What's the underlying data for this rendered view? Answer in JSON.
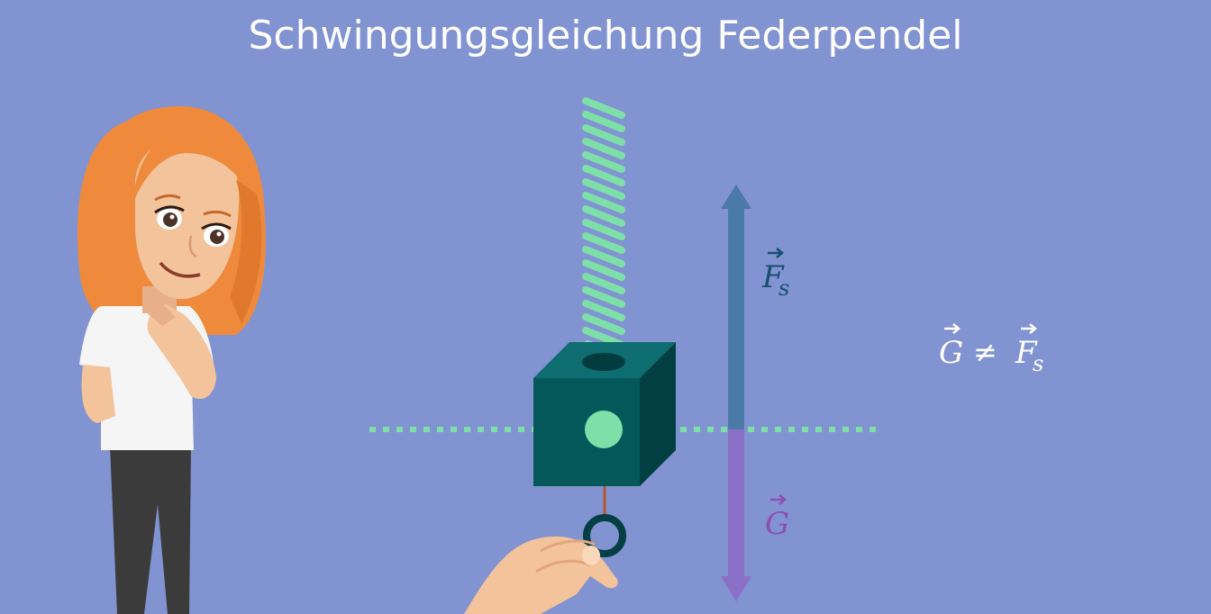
{
  "title": "Schwingungsgleichung Federpendel",
  "labels": {
    "spring_force_letter": "F",
    "spring_force_subscript": "s",
    "weight_letter": "G",
    "inequality_left": "G",
    "inequality_symbol": "≠",
    "inequality_right_letter": "F",
    "inequality_right_subscript": "s"
  },
  "colors": {
    "background": "#8193d1",
    "spring": "#7ee0a8",
    "block_front": "#04585a",
    "block_top": "#0d6d70",
    "block_side": "#023f42",
    "center_dot": "#7ee0a8",
    "arrow_spring_force": "#4b7aa8",
    "arrow_weight": "#8a70c6",
    "label_spring_force": "#17506e",
    "label_weight": "#8d4fb0",
    "equilibrium_line": "#7ee0a8",
    "hair": "#ef8a3c",
    "skin": "#f3c39b",
    "shirt": "#f5f5f5",
    "pants": "#3b3b3b"
  },
  "icons": [
    "woman-character",
    "hand-icon",
    "spring",
    "mass-block",
    "ring-hook"
  ]
}
